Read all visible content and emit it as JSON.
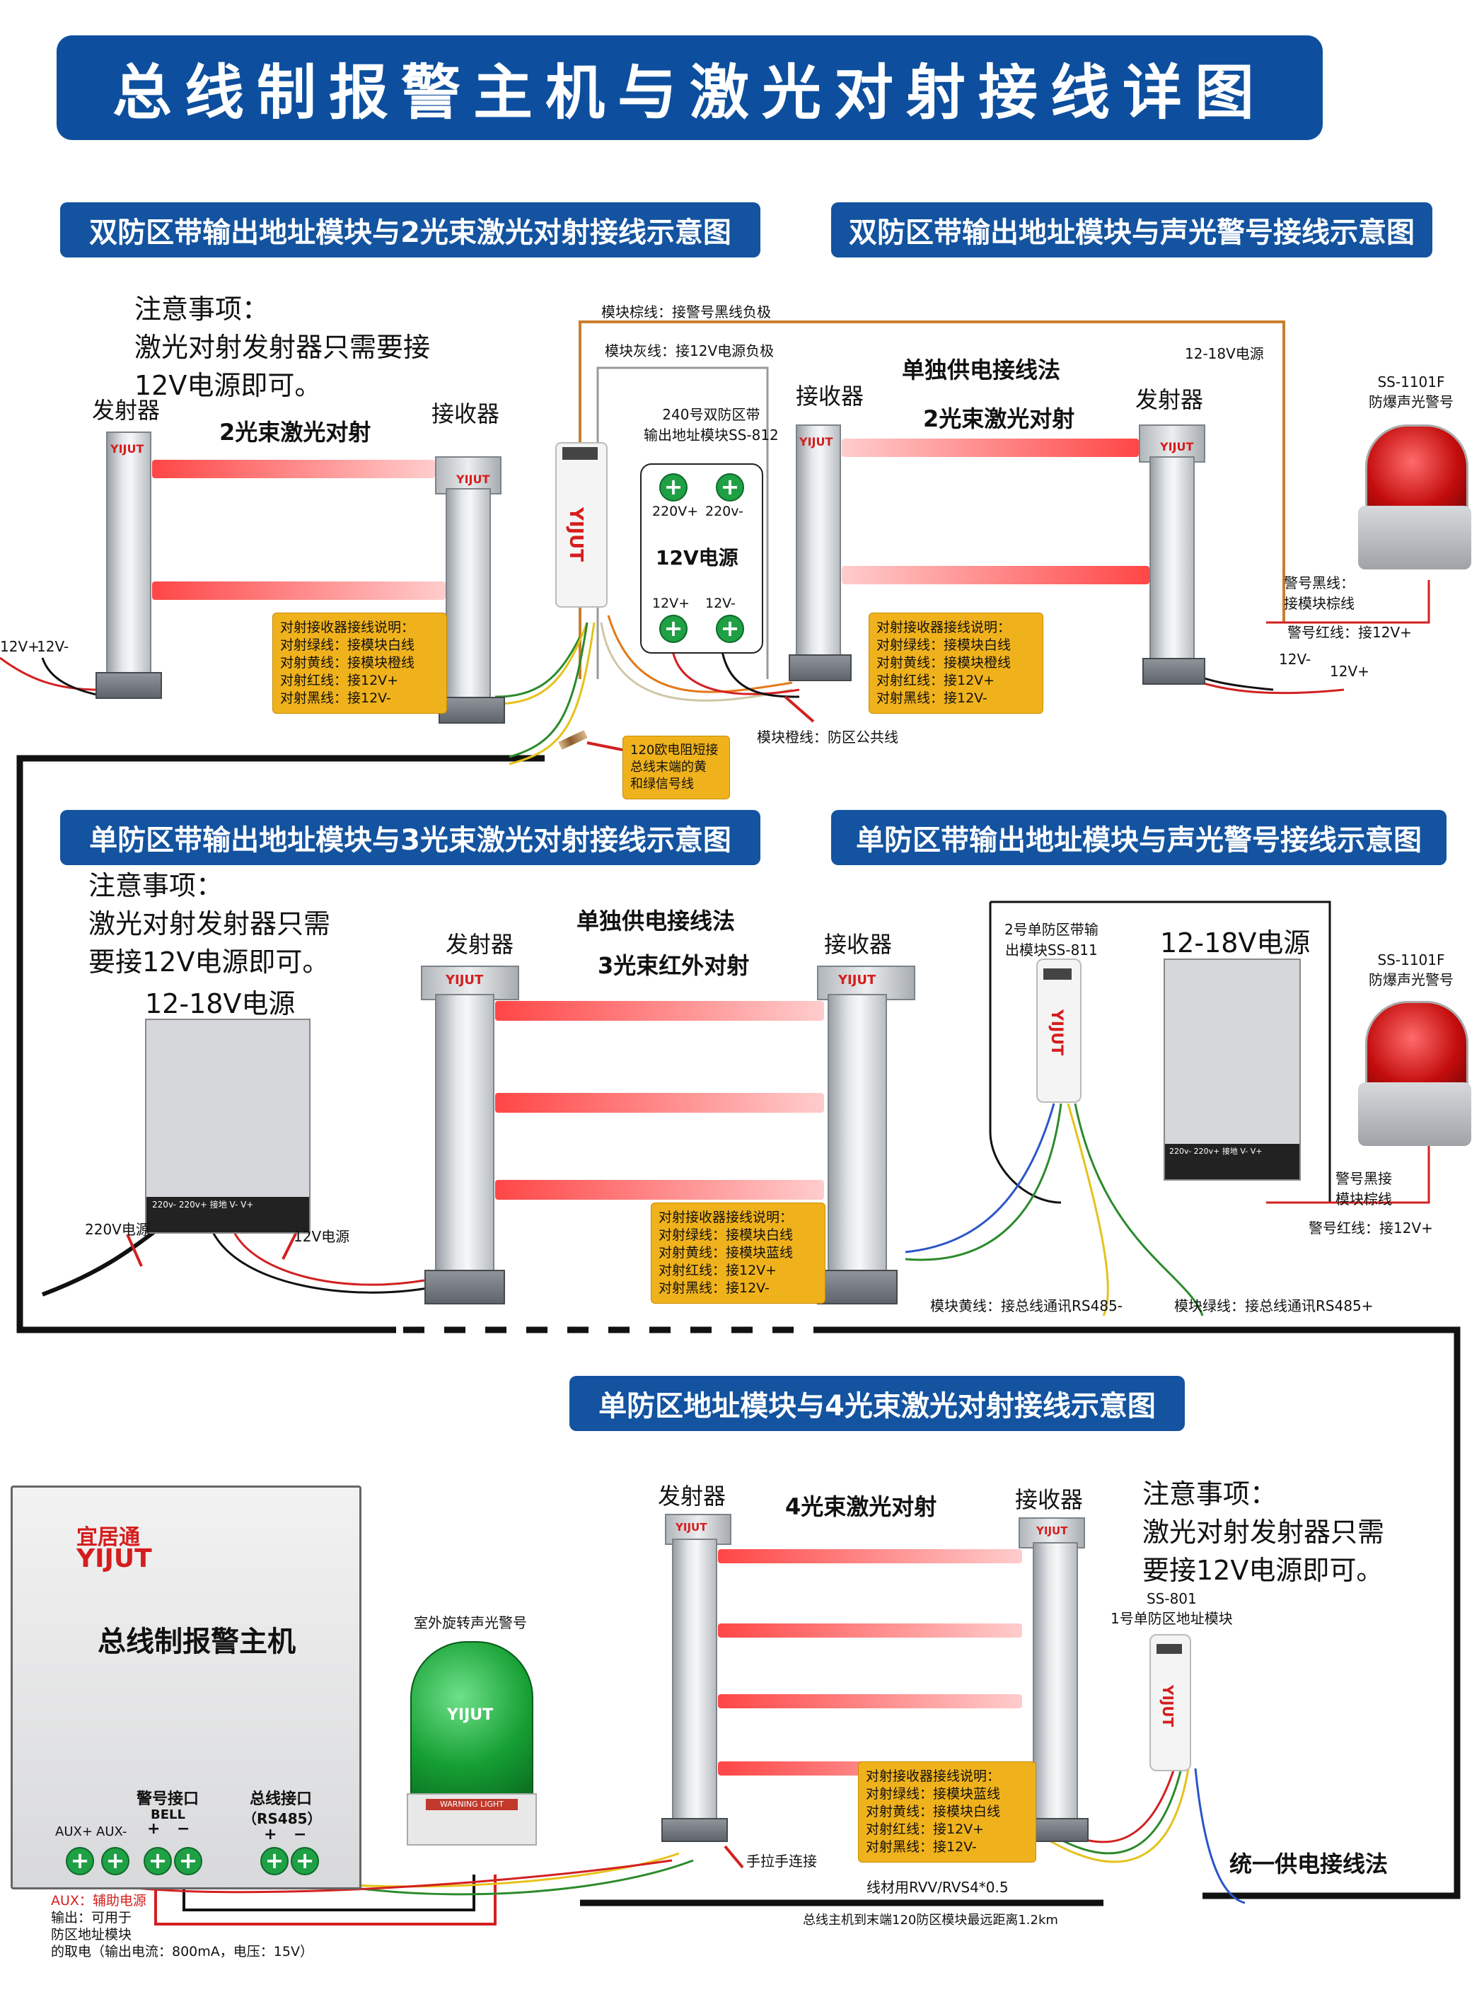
{
  "title": "总线制报警主机与激光对射接线详图",
  "brand": {
    "cn": "宜居通",
    "en": "YIJUT"
  },
  "colors": {
    "title_bg": "#0d4f9e",
    "section_bg": "#13539f",
    "note_bg": "#f0b21c",
    "beam": "#ff3c3c",
    "terminal": "#1fa045"
  },
  "s1": {
    "title": "双防区带输出地址模块与2光束激光对射接线示意图",
    "note": [
      "注意事项：",
      "激光对射发射器只需要接",
      "12V电源即可。"
    ],
    "transmitter": "发射器",
    "receiver": "接收器",
    "beam_label": "2光束激光对射",
    "left_v_plus": "12V+",
    "left_v_minus": "12V-",
    "receiver_note": [
      "对射接收器接线说明：",
      "对射绿线：接模块白线",
      "对射黄线：接模块橙线",
      "对射红线：接12V+",
      "对射黑线：接12V-"
    ],
    "resistor_note": [
      "120欧电阻短接",
      "总线末端的黄",
      "和绿信号线"
    ]
  },
  "s2": {
    "title": "双防区带输出地址模块与声光警号接线示意图",
    "brown_wire": "模块棕线：接警号黑线负极",
    "gray_wire": "模块灰线：接12V电源负极",
    "module_name": [
      "240号双防区带",
      "输出地址模块SS-812"
    ],
    "psu_label": "12V电源",
    "psu_ac_plus": "220V+",
    "psu_ac_minus": "220v-",
    "psu_dc_plus": "12V+",
    "psu_dc_minus": "12V-",
    "receiver": "接收器",
    "transmitter": "发射器",
    "method": "单独供电接线法",
    "beam_label": "2光束激光对射",
    "psu_range": "12-18V电源",
    "siren_model": [
      "SS-1101F",
      "防爆声光警号"
    ],
    "siren_black": [
      "警号黑线：",
      "接模块棕线"
    ],
    "siren_red": "警号红线：接12V+",
    "right_v_minus": "12V-",
    "right_v_plus": "12V+",
    "receiver_note": [
      "对射接收器接线说明：",
      "对射绿线：接模块白线",
      "对射黄线：接模块橙线",
      "对射红线：接12V+",
      "对射黑线：接12V-"
    ],
    "orange_wire": "模块橙线：防区公共线"
  },
  "s3": {
    "title": "单防区带输出地址模块与3光束激光对射接线示意图",
    "note": [
      "注意事项：",
      "激光对射发射器只需",
      "要接12V电源即可。"
    ],
    "psu_range": "12-18V电源",
    "psu_terminals": "220v- 220v+ 接地 V- V+",
    "ac_label": "220V电源",
    "dc_label": "12V电源",
    "transmitter": "发射器",
    "receiver": "接收器",
    "method": "单独供电接线法",
    "beam_label": "3光束红外对射",
    "receiver_note": [
      "对射接收器接线说明：",
      "对射绿线：接模块白线",
      "对射黄线：接模块蓝线",
      "对射红线：接12V+",
      "对射黑线：接12V-"
    ]
  },
  "s4": {
    "title": "单防区带输出地址模块与声光警号接线示意图",
    "module_name": [
      "2号单防区带输",
      "出模块SS-811"
    ],
    "psu_range": "12-18V电源",
    "psu_terminals": "220v- 220v+ 接地 V- V+",
    "siren_model": [
      "SS-1101F",
      "防爆声光警号"
    ],
    "siren_black": [
      "警号黑接",
      "模块棕线"
    ],
    "siren_red": "警号红线：接12V+",
    "yellow_wire": "模块黄线：接总线通讯RS485-",
    "green_wire": "模块绿线：接总线通讯RS485+"
  },
  "s5": {
    "title": "单防区地址模块与4光束激光对射接线示意图",
    "host_name": "总线制报警主机",
    "bell_label": "警号接口",
    "bell_sub": "BELL",
    "bus_label": "总线接口",
    "bus_sub": "（RS485）",
    "aux_plus": "AUX+",
    "aux_minus": "AUX-",
    "plus": "+",
    "minus": "−",
    "aux_note": [
      "AUX：辅助电源",
      "输出：可用于",
      "防区地址模块",
      "的取电（输出电流：800mA，电压：15V）"
    ],
    "siren_title": "室外旋转声光警号",
    "siren_band": "WARNING LIGHT",
    "transmitter": "发射器",
    "receiver": "接收器",
    "beam_label": "4光束激光对射",
    "note": [
      "注意事项：",
      "激光对射发射器只需",
      "要接12V电源即可。"
    ],
    "module_name": [
      "SS-801",
      "1号单防区地址模块"
    ],
    "handshake": "手拉手连接",
    "receiver_note": [
      "对射接收器接线说明：",
      "对射绿线：接模块蓝线",
      "对射黄线：接模块白线",
      "对射红线：接12V+",
      "对射黑线：接12V-"
    ],
    "cable": "线材用RVV/RVS4*0.5",
    "unified": "统一供电接线法",
    "distance": "总线主机到末端120防区模块最远距离1.2km"
  }
}
